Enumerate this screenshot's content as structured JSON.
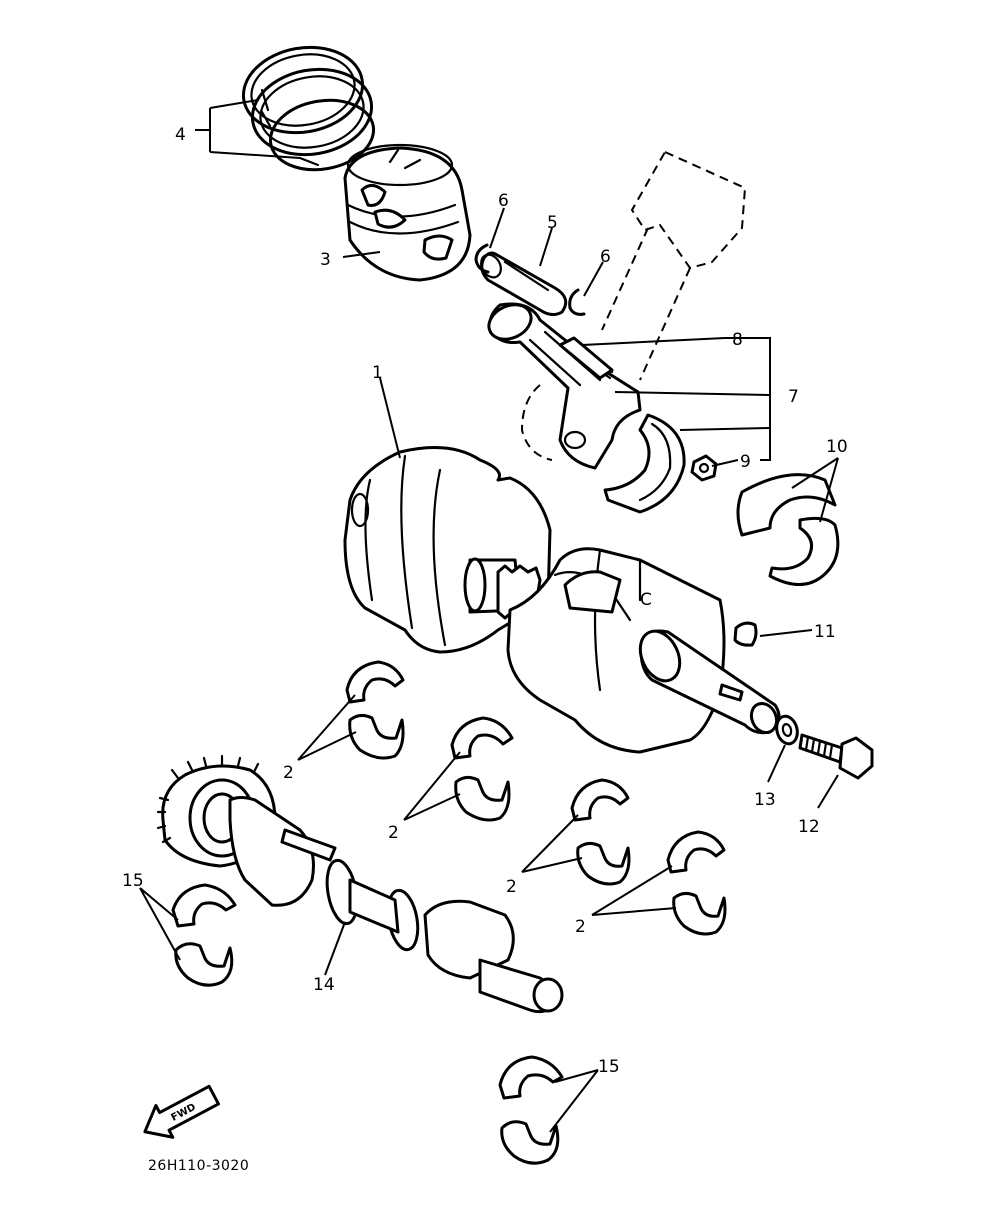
{
  "diagram": {
    "callouts": [
      {
        "id": "c1",
        "label": "1"
      },
      {
        "id": "c2a",
        "label": "2"
      },
      {
        "id": "c2b",
        "label": "2"
      },
      {
        "id": "c2c",
        "label": "2"
      },
      {
        "id": "c2d",
        "label": "2"
      },
      {
        "id": "c3",
        "label": "3"
      },
      {
        "id": "c4",
        "label": "4"
      },
      {
        "id": "c5",
        "label": "5"
      },
      {
        "id": "c6a",
        "label": "6"
      },
      {
        "id": "c6b",
        "label": "6"
      },
      {
        "id": "c7",
        "label": "7"
      },
      {
        "id": "c8",
        "label": "8"
      },
      {
        "id": "c9",
        "label": "9"
      },
      {
        "id": "c10",
        "label": "10"
      },
      {
        "id": "c11",
        "label": "11"
      },
      {
        "id": "c12",
        "label": "12"
      },
      {
        "id": "c13",
        "label": "13"
      },
      {
        "id": "c14",
        "label": "14"
      },
      {
        "id": "c15a",
        "label": "15"
      },
      {
        "id": "c15b",
        "label": "15"
      }
    ],
    "fwd_label": "FWD",
    "drawing_code": "26H110-3020"
  }
}
